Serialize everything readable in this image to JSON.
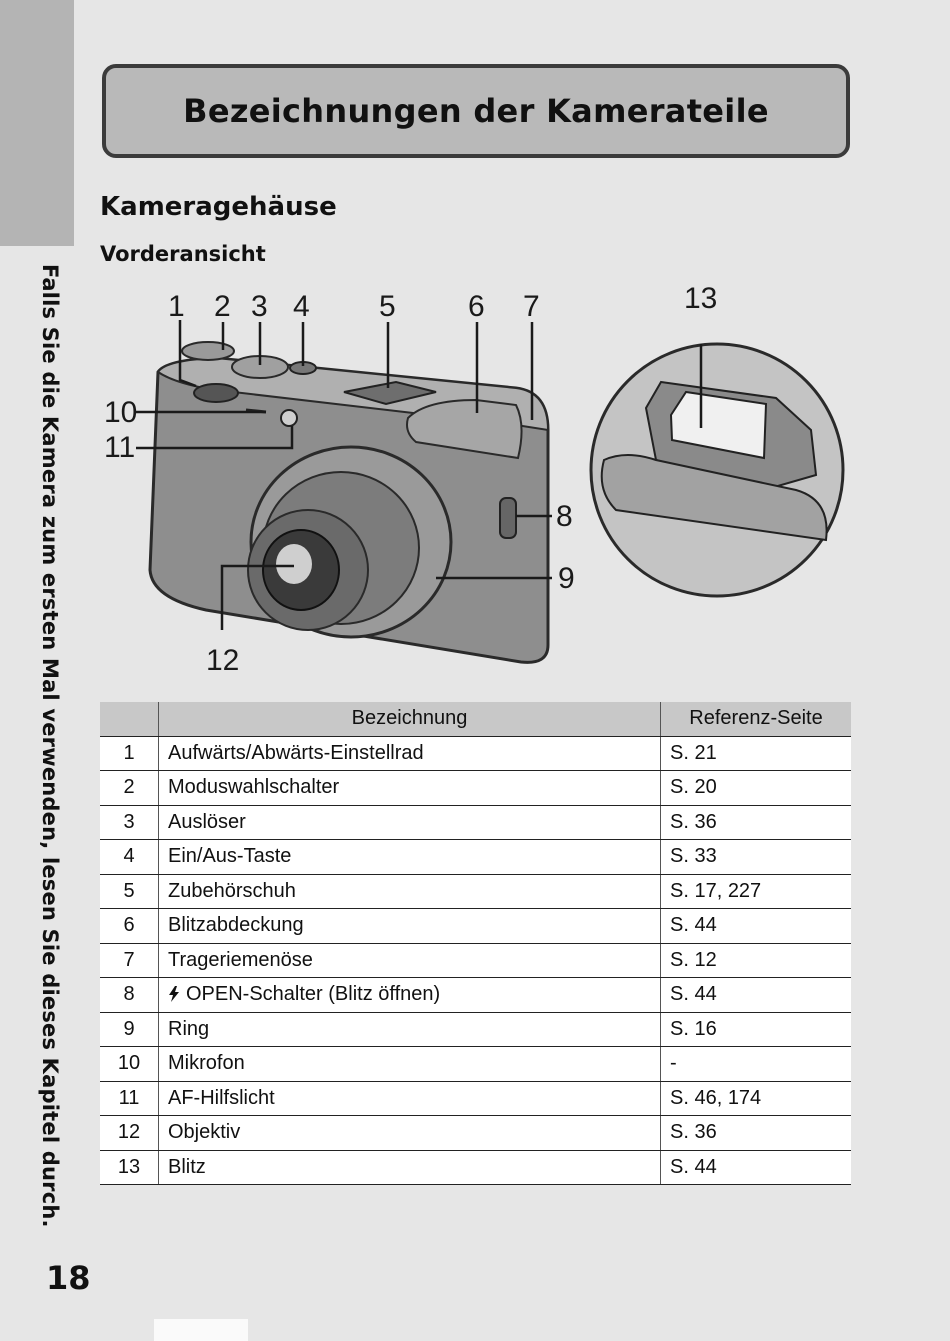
{
  "side_label": "Falls Sie die Kamera zum ersten Mal verwenden, lesen Sie dieses Kapitel durch.",
  "page_number": "18",
  "title": "Bezeichnungen der Kamerateile",
  "section": "Kameragehäuse",
  "subsection": "Vorderansicht",
  "figure_callouts": [
    "1",
    "2",
    "3",
    "4",
    "5",
    "6",
    "7",
    "8",
    "9",
    "10",
    "11",
    "12",
    "13"
  ],
  "table": {
    "headers": {
      "num": "",
      "name": "Bezeichnung",
      "ref": "Referenz-Seite"
    },
    "rows": [
      {
        "num": "1",
        "name": "Aufwärts/Abwärts-Einstellrad",
        "ref": "S. 21"
      },
      {
        "num": "2",
        "name": "Moduswahlschalter",
        "ref": "S. 20"
      },
      {
        "num": "3",
        "name": "Auslöser",
        "ref": "S. 36"
      },
      {
        "num": "4",
        "name": "Ein/Aus-Taste",
        "ref": "S. 33"
      },
      {
        "num": "5",
        "name": "Zubehörschuh",
        "ref": "S. 17, 227"
      },
      {
        "num": "6",
        "name": "Blitzabdeckung",
        "ref": "S. 44"
      },
      {
        "num": "7",
        "name": "Trageriemenöse",
        "ref": "S. 12"
      },
      {
        "num": "8",
        "name": "OPEN-Schalter (Blitz öffnen)",
        "name_icon": "flash-icon",
        "ref": "S. 44"
      },
      {
        "num": "9",
        "name": "Ring",
        "ref": "S. 16"
      },
      {
        "num": "10",
        "name": "Mikrofon",
        "ref": "-"
      },
      {
        "num": "11",
        "name": "AF-Hilfslicht",
        "ref": "S. 46, 174"
      },
      {
        "num": "12",
        "name": "Objektiv",
        "ref": "S. 36"
      },
      {
        "num": "13",
        "name": "Blitz",
        "ref": "S. 44"
      }
    ]
  }
}
